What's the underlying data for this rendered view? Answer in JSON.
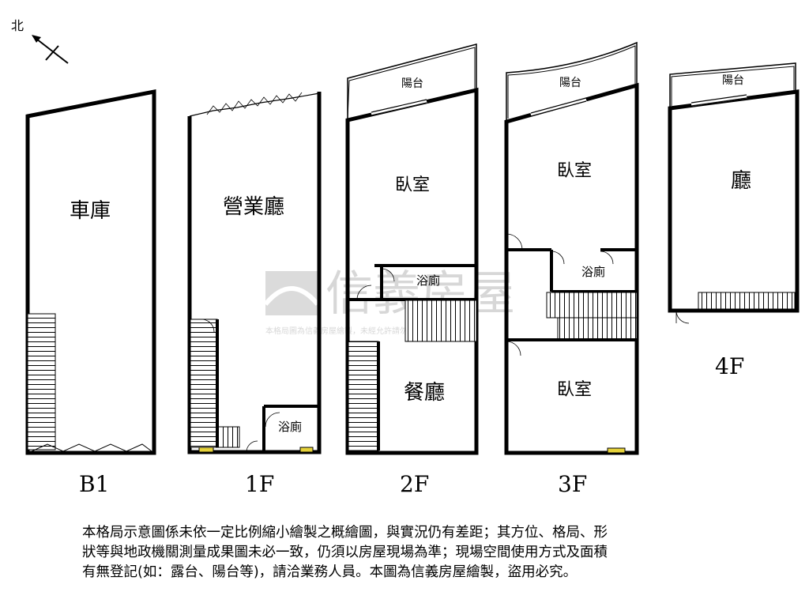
{
  "compass": {
    "label": "北"
  },
  "floors": [
    {
      "level": "B1",
      "rooms": [
        "車庫"
      ]
    },
    {
      "level": "1F",
      "rooms": [
        "營業廳",
        "浴廁"
      ]
    },
    {
      "level": "2F",
      "rooms": [
        "陽台",
        "臥室",
        "浴廁",
        "餐廳"
      ]
    },
    {
      "level": "3F",
      "rooms": [
        "陽台",
        "臥室",
        "浴廁",
        "臥室"
      ]
    },
    {
      "level": "4F",
      "rooms": [
        "陽台",
        "廳"
      ]
    }
  ],
  "watermark": {
    "brand": "信義房屋",
    "notice": "本格局圖為信義房屋繪製，未經允許請勿盜用，違者必究"
  },
  "disclaimer": [
    "本格局示意圖係未依一定比例縮小繪製之概繪圖，與實況仍有差距；其方位、格局、形",
    "狀等與地政機關測量成果圖未必一致，仍須以房屋現場為準；現場空間使用方式及面積",
    "有無登記(如：露台、陽台等)，請洽業務人員。本圖為信義房屋繪製，盜用必究。"
  ]
}
